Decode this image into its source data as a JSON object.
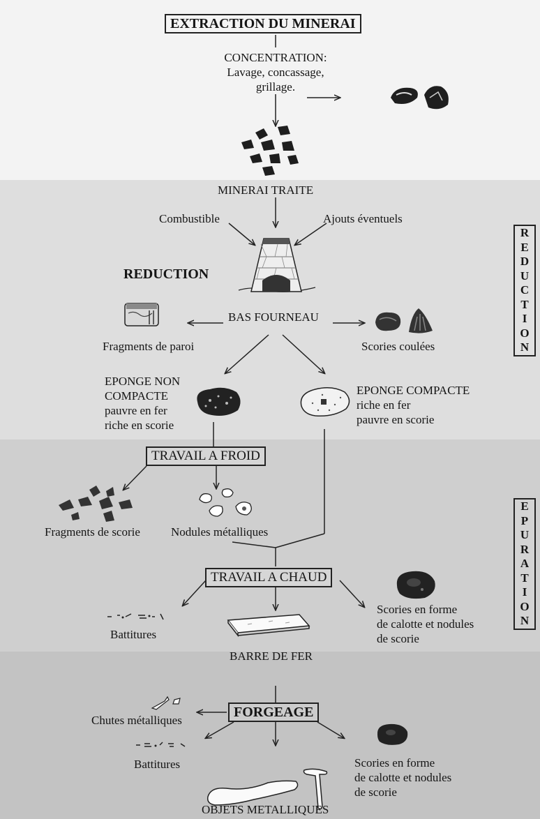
{
  "colors": {
    "band_1": "#f3f3f3",
    "band_2": "#dedede",
    "band_3": "#cfcfcf",
    "band_4": "#c3c3c3",
    "ink": "#151515"
  },
  "stages": {
    "extraction": "EXTRACTION DU MINERAI",
    "concentration": [
      "CONCENTRATION:",
      "Lavage, concassage,",
      "grillage."
    ],
    "minerai_traite": "MINERAI TRAITE",
    "combustible": "Combustible",
    "ajouts": "Ajouts éventuels",
    "reduction_title": "REDUCTION",
    "bas_fourneau": "BAS FOURNEAU",
    "fragments_paroi": "Fragments de paroi",
    "scories_coulees": "Scories coulées",
    "eponge_non_compacte": [
      "EPONGE NON",
      "COMPACTE",
      "pauvre en fer",
      "riche en scorie"
    ],
    "eponge_compacte": [
      "EPONGE COMPACTE",
      "riche en fer",
      "pauvre en scorie"
    ],
    "travail_froid": "TRAVAIL  A FROID",
    "fragments_scorie": "Fragments de scorie",
    "nodules_metalliques": "Nodules métalliques",
    "travail_chaud": "TRAVAIL  A CHAUD",
    "battitures_1": "Battitures",
    "scories_calotte_1": [
      "Scories en forme",
      "de calotte et nodules",
      "de scorie"
    ],
    "barre_fer": "BARRE DE FER",
    "forgeage": "FORGEAGE",
    "chutes_metalliques": "Chutes métalliques",
    "battitures_2": "Battitures",
    "scories_calotte_2": [
      "Scories en forme",
      "de calotte et nodules",
      "de scorie"
    ],
    "objets_metalliques": "OBJETS METALLIQUES"
  },
  "side_labels": {
    "reduction": [
      "R",
      "E",
      "D",
      "U",
      "C",
      "T",
      "I",
      "O",
      "N"
    ],
    "epuration": [
      "E",
      "P",
      "U",
      "R",
      "A",
      "T",
      "I",
      "O",
      "N"
    ]
  },
  "icons": [
    "ore-lumps-icon",
    "treated-ore-icon",
    "furnace-icon",
    "wall-fragment-icon",
    "flowed-slag-icon",
    "non-compact-bloom-icon",
    "compact-bloom-icon",
    "slag-fragments-icon",
    "metal-nodules-icon",
    "hammer-scale-icon",
    "slag-cake-icon",
    "iron-bar-icon",
    "metal-scraps-icon",
    "metal-objects-icon"
  ]
}
